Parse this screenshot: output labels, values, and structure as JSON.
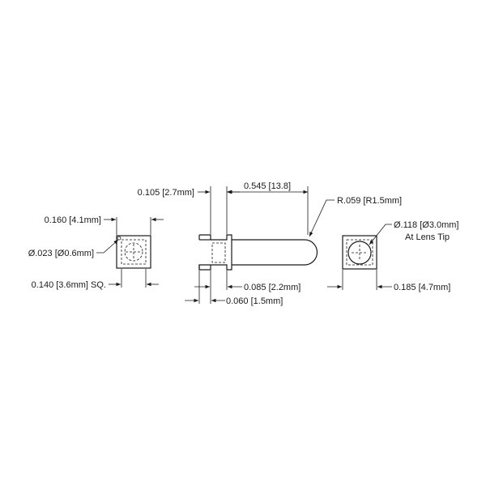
{
  "dimensions": {
    "left_width": "0.160 [4.1mm]",
    "pin_diameter": "Ø.023 [Ø0.6mm]",
    "base_square": "0.140 [3.6mm] SQ.",
    "flange_length": "0.105 [2.7mm]",
    "body_length": "0.545 [13.8]",
    "tip_radius": "R.059 [R1.5mm]",
    "cavity_length": "0.085 [2.2mm]",
    "gap_length": "0.060 [1.5mm]",
    "lens_diameter": "Ø.118 [Ø3.0mm]",
    "lens_note": "At Lens Tip",
    "right_width": "0.185 [4.7mm]"
  }
}
